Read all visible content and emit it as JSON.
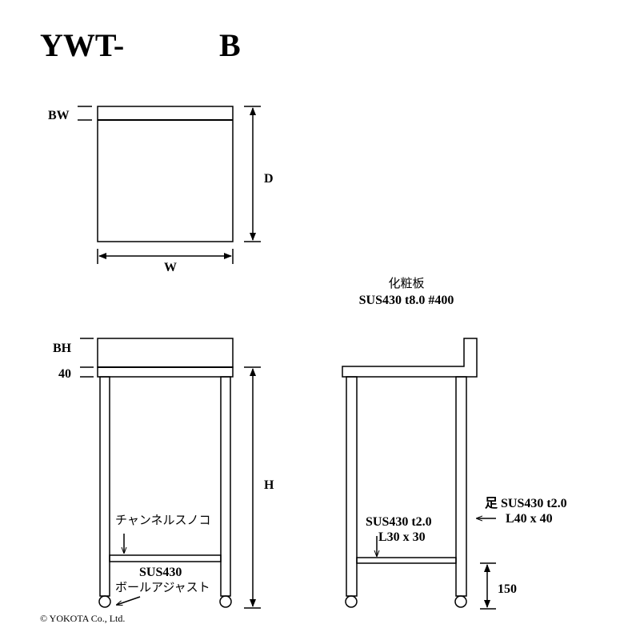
{
  "title": {
    "model_prefix": "YWT-",
    "model_suffix": "B"
  },
  "top_view": {
    "bw_label": "BW",
    "d_label": "D",
    "w_label": "W"
  },
  "front_view": {
    "bh_label": "BH",
    "rail_label": "40",
    "h_label": "H",
    "shelf_label": "チャンネルスノコ",
    "shelf_material": "SUS430",
    "adjuster_label": "ボールアジャスト"
  },
  "side_view": {
    "top_name": "化粧板",
    "top_spec": "SUS430 t8.0 #400",
    "leg_spec_line1": "足 SUS430 t2.0",
    "leg_spec_line2": "L40 x 40",
    "brace_spec_line1": "SUS430 t2.0",
    "brace_spec_line2": "L30 x 30",
    "clearance_label": "150"
  },
  "copyright": "© YOKOTA Co., Ltd."
}
